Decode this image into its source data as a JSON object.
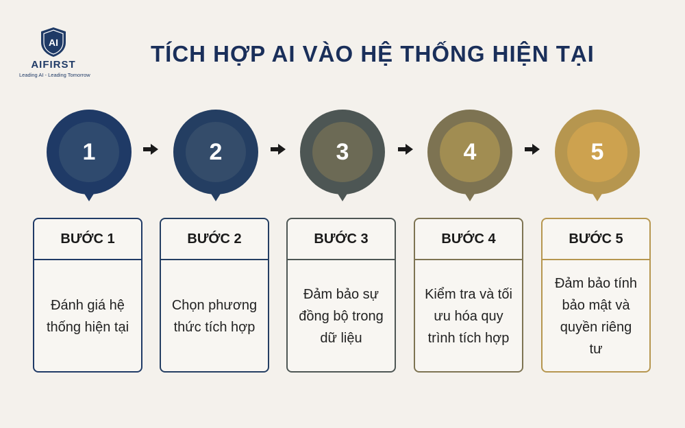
{
  "logo": {
    "mark": "AI",
    "brand": "AIFIRST",
    "tagline": "Leading AI - Leading Tomorrow"
  },
  "title": "TÍCH HỢP AI VÀO HỆ THỐNG HIỆN TẠI",
  "steps": [
    {
      "number": "1",
      "label": "BƯỚC 1",
      "desc": "Đánh giá hệ thống hiện tại",
      "color": "#1f3a66",
      "inner": "#2f4a6e"
    },
    {
      "number": "2",
      "label": "BƯỚC 2",
      "desc": "Chọn phương thức tích hợp",
      "color": "#243e62",
      "inner": "#344c6a"
    },
    {
      "number": "3",
      "label": "BƯỚC 3",
      "desc": "Đảm bảo sự đồng bộ trong dữ liệu",
      "color": "#4d5654",
      "inner": "#6c6a55"
    },
    {
      "number": "4",
      "label": "BƯỚC 4",
      "desc": "Kiểm tra và tối ưu hóa quy trình tích hợp",
      "color": "#7d7352",
      "inner": "#a18d52"
    },
    {
      "number": "5",
      "label": "BƯỚC 5",
      "desc": "Đảm bảo tính bảo mật và quyền riêng tư",
      "color": "#b6964f",
      "inner": "#cda24f"
    }
  ]
}
